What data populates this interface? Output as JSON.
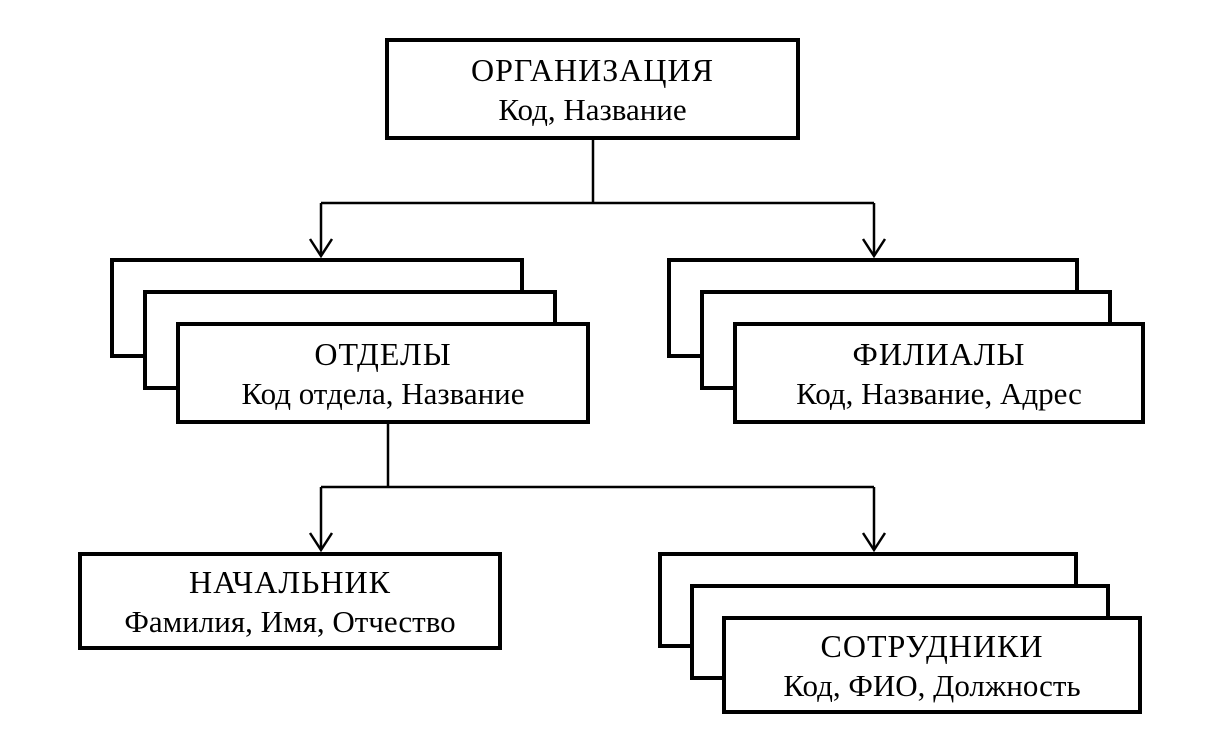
{
  "diagram": {
    "type": "hierarchy",
    "colors": {
      "background": "#ffffff",
      "box_fill": "#ffffff",
      "box_border": "#000000",
      "line": "#000000",
      "text": "#000000"
    },
    "nodes": [
      {
        "id": "organization",
        "title": "ОРГАНИЗАЦИЯ",
        "attributes": "Код, Название",
        "multiplicity": "single"
      },
      {
        "id": "departments",
        "title": "ОТДЕЛЫ",
        "attributes": "Код отдела, Название",
        "multiplicity": "multiple"
      },
      {
        "id": "branches",
        "title": "ФИЛИАЛЫ",
        "attributes": "Код, Название, Адрес",
        "multiplicity": "multiple"
      },
      {
        "id": "manager",
        "title": "НАЧАЛЬНИК",
        "attributes": "Фамилия, Имя, Отчество",
        "multiplicity": "single"
      },
      {
        "id": "employees",
        "title": "СОТРУДНИКИ",
        "attributes": "Код, ФИО, Должность",
        "multiplicity": "multiple"
      }
    ],
    "edges": [
      {
        "from": "organization",
        "to": "departments",
        "arrow": "down"
      },
      {
        "from": "organization",
        "to": "branches",
        "arrow": "down"
      },
      {
        "from": "departments",
        "to": "manager",
        "arrow": "down"
      },
      {
        "from": "departments",
        "to": "employees",
        "arrow": "down"
      }
    ]
  }
}
